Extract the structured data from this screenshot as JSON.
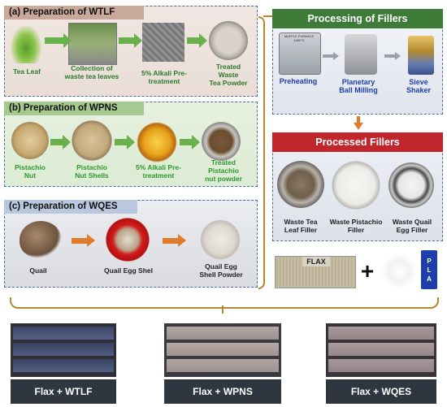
{
  "panel_a": {
    "title": "(a) Preparation of WTLF",
    "steps": [
      "Tea Leaf",
      "Collection of\nwaste tea leaves",
      "5% Alkali Pre-\ntreatment",
      "Treated\nWaste\nTea Powder"
    ]
  },
  "panel_b": {
    "title": "(b) Preparation of WPNS",
    "steps": [
      "Pistachio\nNut",
      "Pistachio\nNut Shells",
      "5% Alkali Pre-\ntreatment",
      "Treated\nPistachio\nnut powder"
    ]
  },
  "panel_c": {
    "title": "(c) Preparation of WQES",
    "steps": [
      "Quail",
      "Quail Egg Shel",
      "Quail Egg\nShell Powder"
    ]
  },
  "processing": {
    "title": "Processing of Fillers",
    "furnace_label": "MUFFLE FURNACE 1400°C",
    "steps": [
      "Preheating",
      "Planetary\nBall Milling",
      "Sieve\nShaker"
    ]
  },
  "processed": {
    "title": "Processed Fillers",
    "items": [
      "Waste Tea\nLeaf Filler",
      "Waste Pistachio\nFiller",
      "Waste Quail\nEgg Filler"
    ]
  },
  "materials": {
    "flax": "FLAX",
    "plus": "+",
    "pla": [
      "P",
      "L",
      "A"
    ]
  },
  "composites": [
    "Flax + WTLF",
    "Flax + WPNS",
    "Flax + WQES"
  ],
  "colors": {
    "green_arrow": "#6ab04c",
    "orange_arrow": "#e07b2a",
    "processing_header": "#3e7a38",
    "processed_header": "#c0262b",
    "bracket": "#b8862e"
  }
}
